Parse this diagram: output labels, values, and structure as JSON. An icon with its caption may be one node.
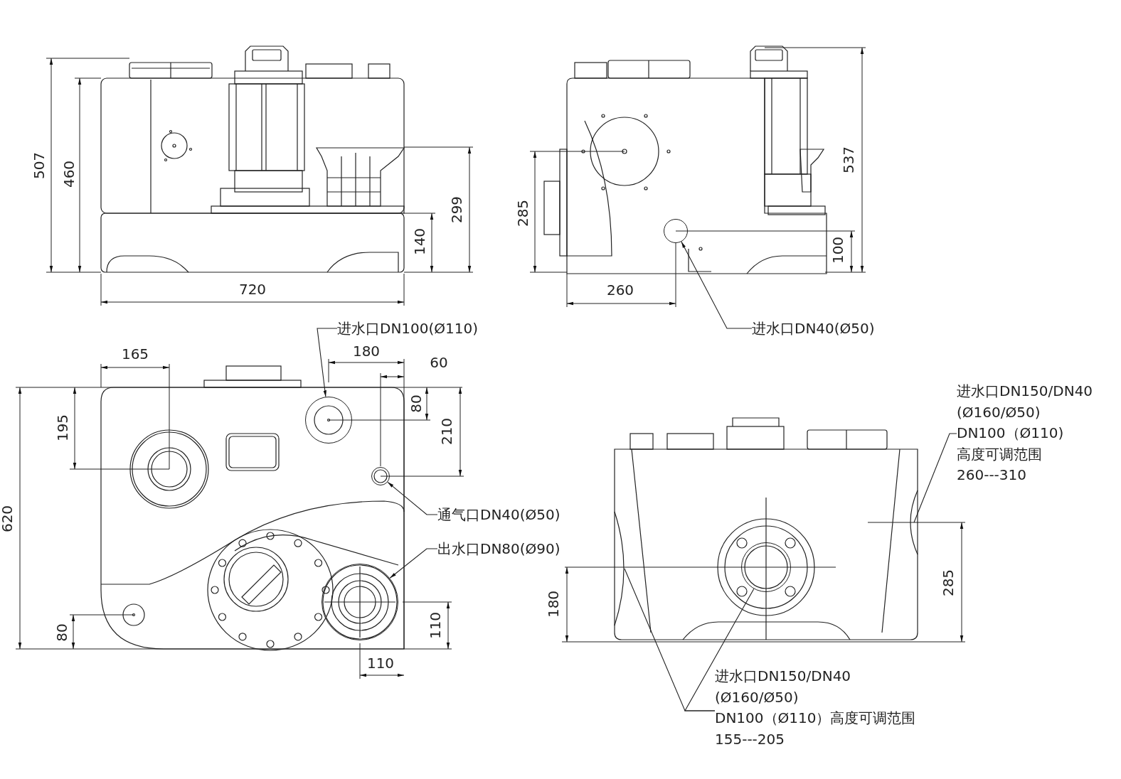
{
  "diagram": {
    "nodes": [
      {
        "text": [
          "进水口DN100(Ø110)"
        ]
      },
      {
        "text": [],
        "shape": "circle"
      },
      {
        "text": [
          "进水口DN40(Ø50)"
        ]
      },
      {
        "text": [],
        "shape": "circle"
      },
      {
        "text": [
          "通气口DN40(Ø50)"
        ]
      },
      {
        "text": [],
        "shape": "circle"
      },
      {
        "text": [
          "出水口DN80(Ø90)"
        ]
      },
      {
        "text": [],
        "shape": "circle"
      },
      {
        "text": [
          "进水口DN150/DN40",
          "(Ø160/Ø50)",
          "DN100（Ø110)",
          "高度可调范围",
          "260---310"
        ]
      },
      {
        "text": [
          "进水口DN150/DN40",
          "(Ø160/Ø50)",
          "DN100（Ø110）高度可调范围",
          "155---205"
        ]
      },
      {
        "text": [],
        "shape": "arc"
      },
      {
        "text": [],
        "shape": "arc"
      },
      {
        "text": [],
        "shape": "circle"
      }
    ],
    "edges": [
      {
        "from": 0,
        "to": 1,
        "arrow": "to"
      },
      {
        "from": 2,
        "to": 3,
        "arrow": "to"
      },
      {
        "from": 4,
        "to": 5,
        "arrow": "to"
      },
      {
        "from": 6,
        "to": 7,
        "arrow": "to"
      },
      {
        "from": 8,
        "to": 11,
        "arrow": "none"
      },
      {
        "from": 9,
        "to": 10,
        "arrow": "none"
      },
      {
        "from": 9,
        "to": 12,
        "arrow": "none"
      }
    ],
    "labels": [
      "507",
      "460",
      "299",
      "140",
      "720",
      "537",
      "285",
      "100",
      "260",
      "165",
      "180",
      "60",
      "80",
      "195",
      "210",
      "620",
      "80",
      "110",
      "110",
      "285",
      "180"
    ]
  }
}
